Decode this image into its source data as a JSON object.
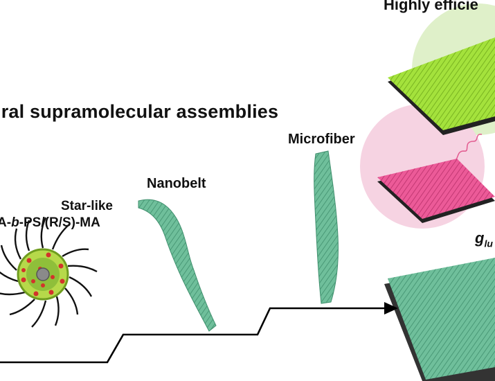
{
  "labels": {
    "title": "iral supramolecular assemblies",
    "highly": "Highly efficie",
    "microfiber": "Microfiber",
    "nanobelt": "Nanobelt",
    "star_line1": "Star-like",
    "star_line2_pre": "A-",
    "star_line2_b": "b",
    "star_line2_post": "-PS/(R/S)-MA",
    "glum": "g",
    "glum_sub": "lu"
  },
  "colors": {
    "green_assembly": "#6fbf9b",
    "lime": "#a4e23c",
    "pink": "#ec5a98",
    "pink_bg": "#f6d3e2",
    "green_bg": "#dff0c9",
    "arrow": "#000000"
  }
}
